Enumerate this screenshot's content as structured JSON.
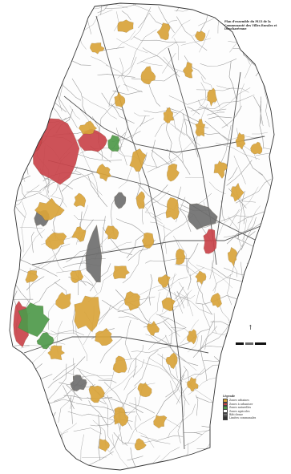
{
  "map": {
    "title": "Plan d'ensemble du PLUi de la\nCommunauté des Villes Rurales et\nDoncharéenne",
    "colors": {
      "background": "#ffffff",
      "boundary": "#333333",
      "parcel_line": "#9a9a9a",
      "urban": "#d9a43a",
      "urban_dense": "#6f6f6f",
      "special": "#c9444a",
      "natural": "#4f9a4a",
      "outline_fill": "#fdfdfd"
    },
    "legend": {
      "title": "Légende",
      "items": [
        {
          "label": "Zones urbaines",
          "color": "#d9a43a"
        },
        {
          "label": "Zones à urbaniser",
          "color": "#c9444a"
        },
        {
          "label": "Zones naturelles",
          "color": "#4f9a4a"
        },
        {
          "label": "Zones agricoles",
          "color": "#ffffff"
        },
        {
          "label": "Bâti dense",
          "color": "#6f6f6f"
        },
        {
          "label": "Limites communales",
          "color": "#333333"
        }
      ]
    },
    "north_arrow": "↑",
    "icons": {
      "north": "north-arrow-icon"
    }
  }
}
